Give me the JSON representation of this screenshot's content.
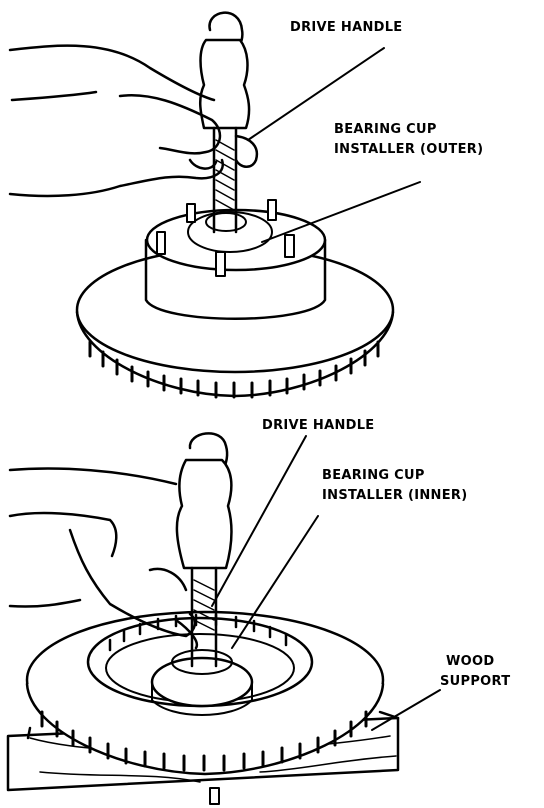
{
  "labels": {
    "top_drive_handle": "DRIVE HANDLE",
    "outer_installer_line1": "BEARING CUP",
    "outer_installer_line2": "INSTALLER (OUTER)",
    "bottom_drive_handle": "DRIVE HANDLE",
    "inner_installer_line1": "BEARING CUP",
    "inner_installer_line2": "INSTALLER (INNER)",
    "wood_support_line1": "WOOD",
    "wood_support_line2": "SUPPORT"
  },
  "colors": {
    "ink": "#000000",
    "paper": "#ffffff"
  }
}
